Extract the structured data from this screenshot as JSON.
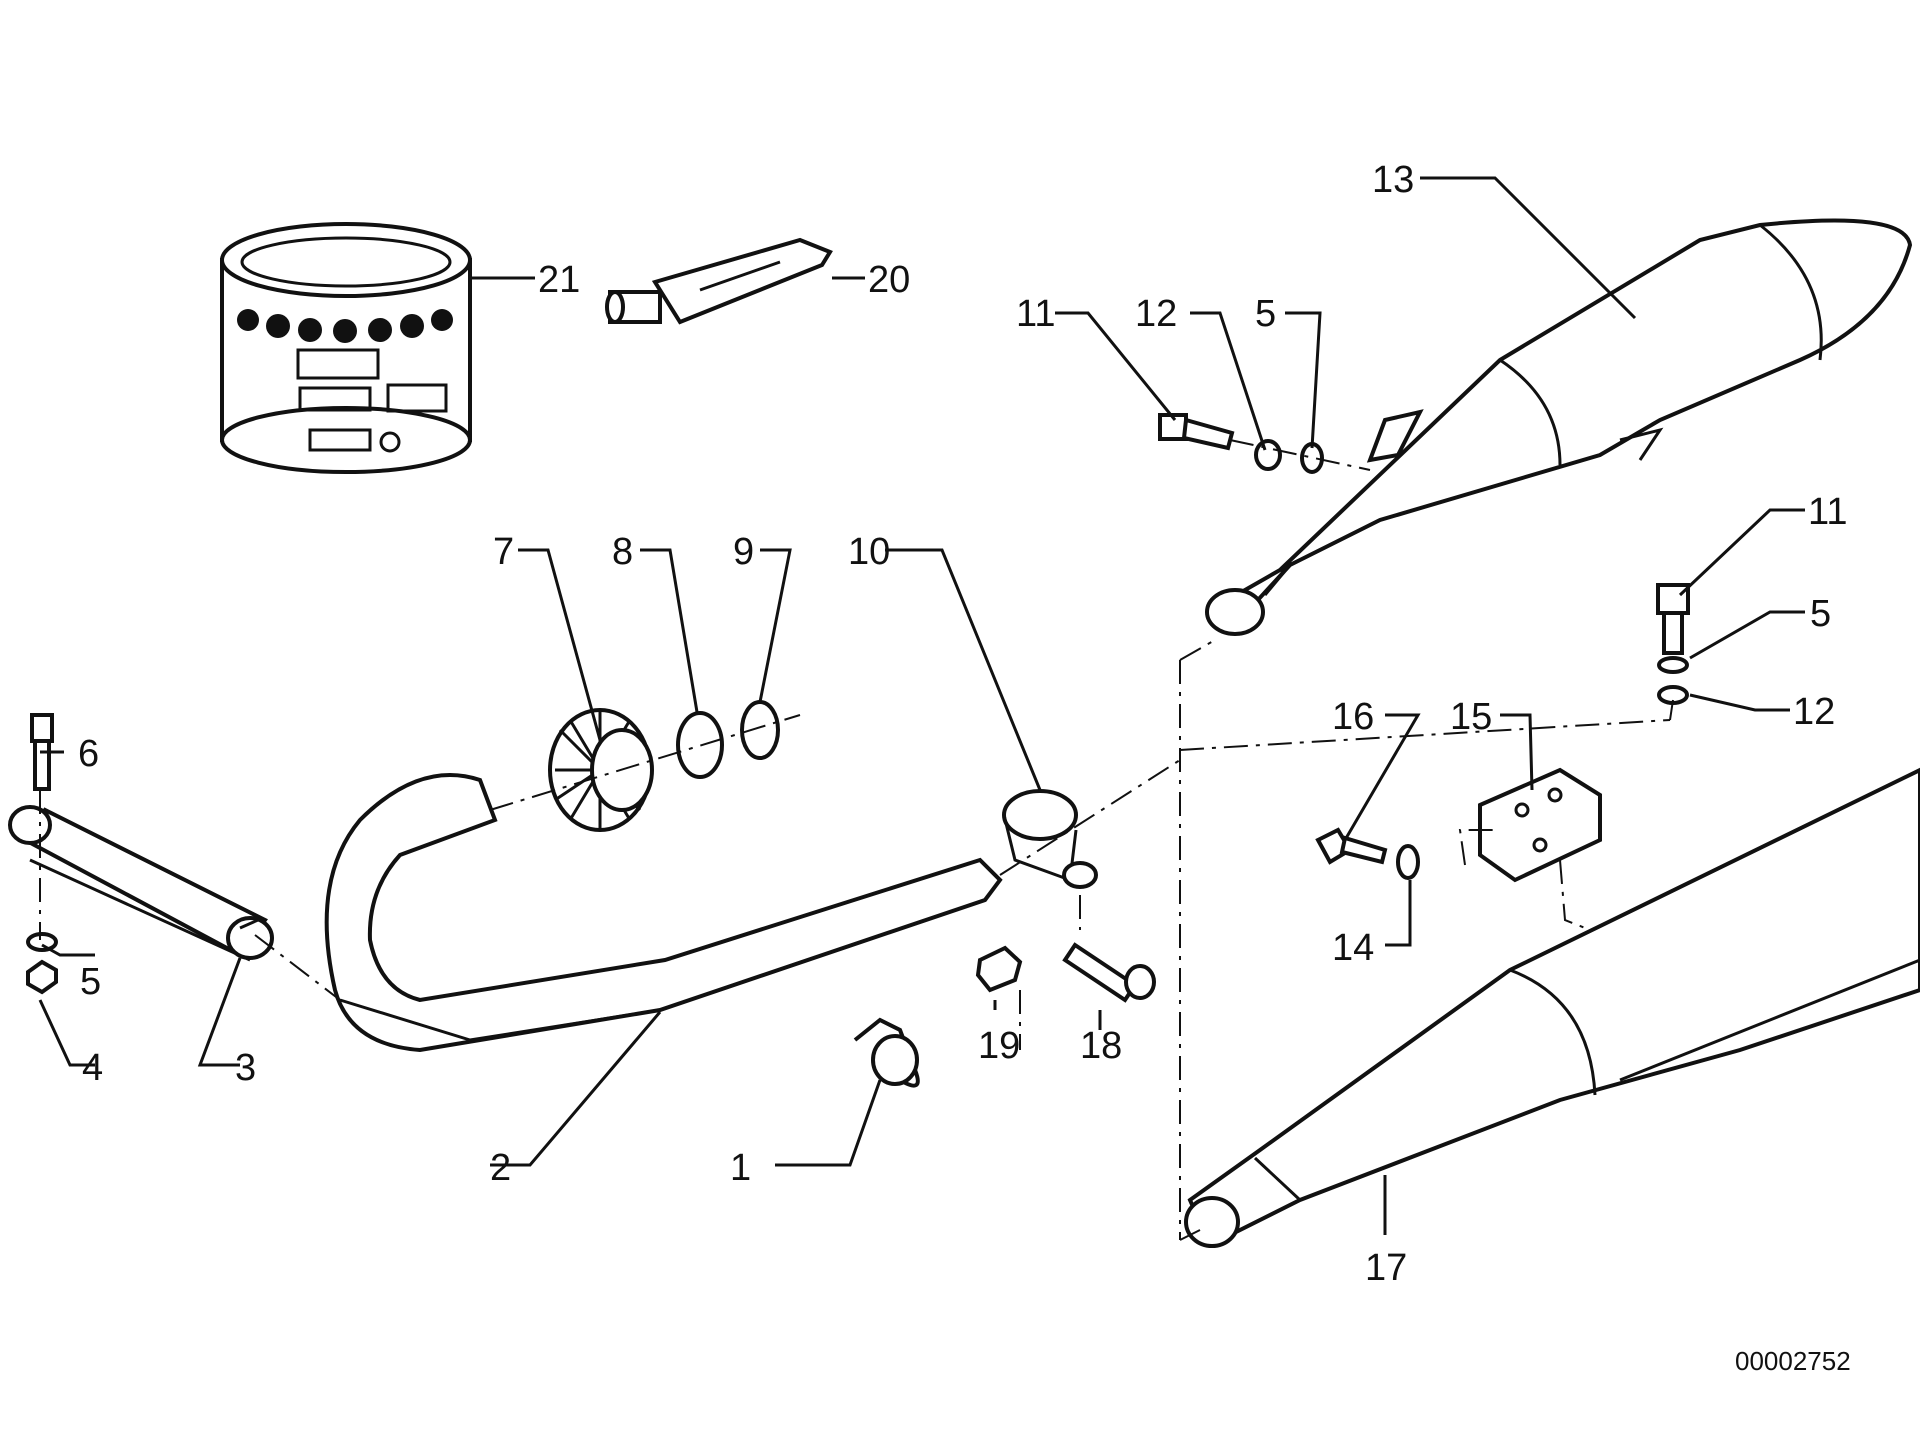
{
  "diagram": {
    "callouts": [
      "1",
      "2",
      "3",
      "4",
      "5",
      "5",
      "5",
      "6",
      "7",
      "8",
      "9",
      "10",
      "11",
      "11",
      "12",
      "12",
      "13",
      "14",
      "15",
      "16",
      "17",
      "18",
      "19",
      "20",
      "21"
    ],
    "reference_code": "00002752"
  }
}
